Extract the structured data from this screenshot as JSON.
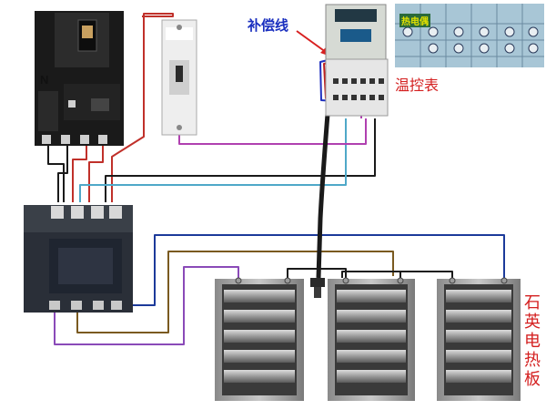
{
  "labels": {
    "neutral": "N",
    "compensation_wire": "补偿线",
    "temperature_controller": "温控表",
    "quartz_heater": "石英电热板",
    "thermocouple_tag": "热电偶"
  },
  "colors": {
    "wire_black": "#1a1a1a",
    "wire_red": "#c0302a",
    "wire_blue": "#1c3a9a",
    "wire_cyan": "#4fa8c8",
    "wire_magenta": "#b040b0",
    "wire_brown": "#7a5a20",
    "label_red": "#d42020",
    "label_blue": "#1a2fbf"
  },
  "components": {
    "circuit_breaker": "circuit-breaker",
    "small_breaker": "small-breaker",
    "contactor": "ac-contactor",
    "temperature_controller": "temperature-controller",
    "thermocouple": "thermocouple-probe",
    "terminal_photo": "terminal-block-photo",
    "heaters": [
      "quartz-heater-1",
      "quartz-heater-2",
      "quartz-heater-3"
    ]
  }
}
